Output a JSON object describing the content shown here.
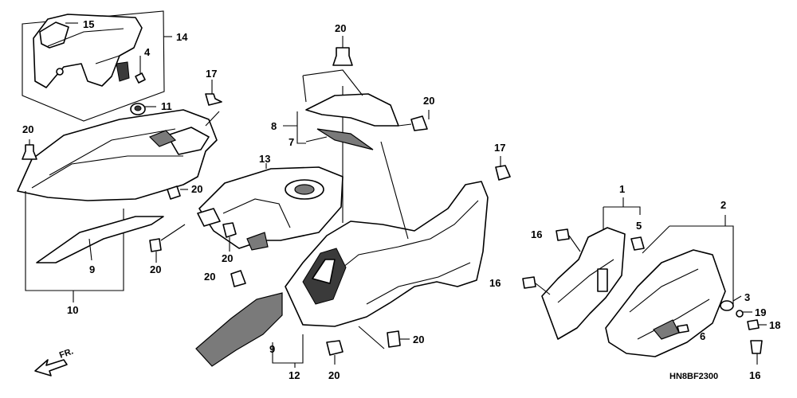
{
  "diagram": {
    "callouts": [
      {
        "id": "c15",
        "label": "15"
      },
      {
        "id": "c14",
        "label": "14"
      },
      {
        "id": "c4",
        "label": "4"
      },
      {
        "id": "c11",
        "label": "11"
      },
      {
        "id": "c20a",
        "label": "20"
      },
      {
        "id": "c17a",
        "label": "17"
      },
      {
        "id": "c20b",
        "label": "20"
      },
      {
        "id": "c20c",
        "label": "20"
      },
      {
        "id": "c9a",
        "label": "9"
      },
      {
        "id": "c20d",
        "label": "20"
      },
      {
        "id": "c10",
        "label": "10"
      },
      {
        "id": "c20e",
        "label": "20"
      },
      {
        "id": "c8",
        "label": "8"
      },
      {
        "id": "c7",
        "label": "7"
      },
      {
        "id": "c20f",
        "label": "20"
      },
      {
        "id": "c13",
        "label": "13"
      },
      {
        "id": "c20g",
        "label": "20"
      },
      {
        "id": "c20h",
        "label": "20"
      },
      {
        "id": "c17b",
        "label": "17"
      },
      {
        "id": "c9b",
        "label": "9"
      },
      {
        "id": "c12",
        "label": "12"
      },
      {
        "id": "c20i",
        "label": "20"
      },
      {
        "id": "c20j",
        "label": "20"
      },
      {
        "id": "c1",
        "label": "1"
      },
      {
        "id": "c5",
        "label": "5"
      },
      {
        "id": "c16a",
        "label": "16"
      },
      {
        "id": "c16b",
        "label": "16"
      },
      {
        "id": "c2",
        "label": "2"
      },
      {
        "id": "c3",
        "label": "3"
      },
      {
        "id": "c19",
        "label": "19"
      },
      {
        "id": "c18",
        "label": "18"
      },
      {
        "id": "c6",
        "label": "6"
      },
      {
        "id": "c16c",
        "label": "16"
      }
    ],
    "diagram_code": "HN8BF2300",
    "front_indicator": "FR."
  }
}
